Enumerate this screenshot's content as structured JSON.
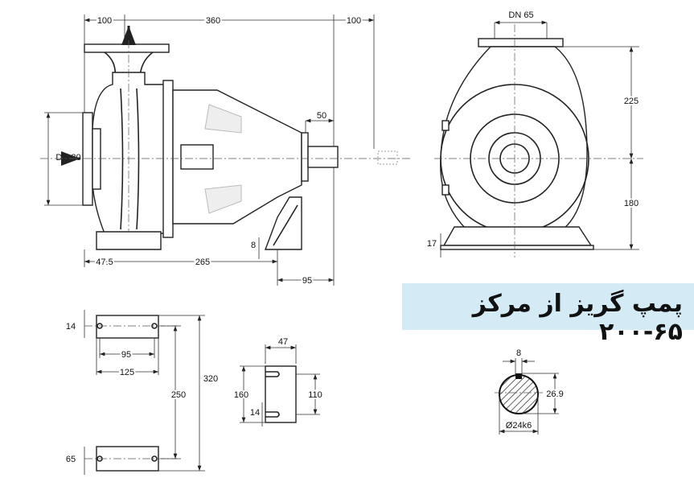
{
  "title": "پمپ گریز از مرکز ۶۵-۲۰۰",
  "side_view": {
    "dim_top_left": "100",
    "dim_top_mid": "360",
    "dim_top_right": "100",
    "suction_label": "DN 80",
    "shaft_length": "50",
    "foot_height": "8",
    "dim_bottom_left": "47.5",
    "dim_bottom_mid": "265",
    "dim_bottom_right": "95"
  },
  "front_view": {
    "discharge_label": "DN 65",
    "height_upper": "225",
    "height_lower": "180",
    "base_height": "17"
  },
  "foot_plan": {
    "hole_offset_top": "14",
    "hole_spacing": "95",
    "foot_width": "125",
    "foot_spacing": "250",
    "overall_length": "320",
    "hole_offset_bottom": "65"
  },
  "support_foot": {
    "width": "47",
    "height_outer": "160",
    "height_inner": "110",
    "slot": "14"
  },
  "shaft_section": {
    "key_width": "8",
    "key_height": "26.9",
    "diameter": "Ø24k6"
  },
  "colors": {
    "title_bg": "#d4ebf6"
  }
}
